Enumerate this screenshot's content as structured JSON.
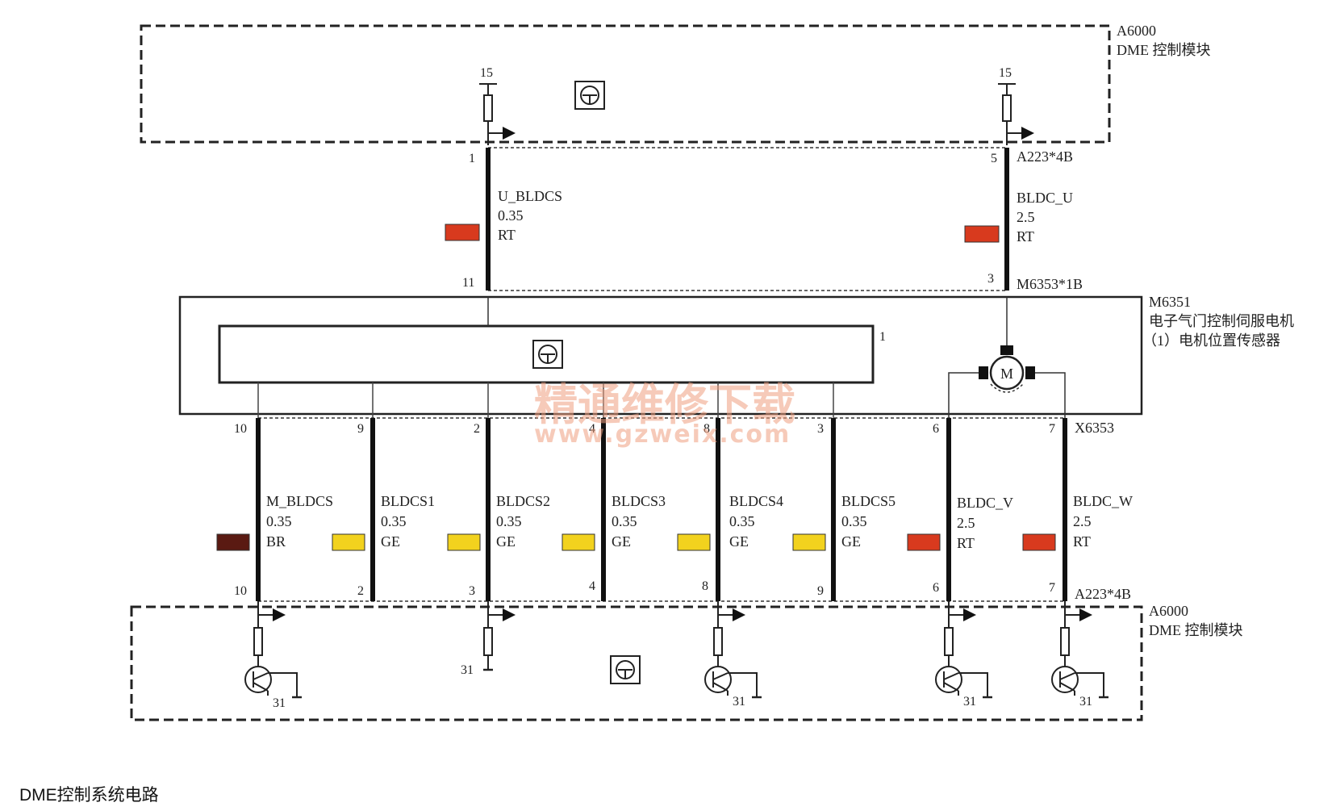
{
  "top_module": {
    "id": "A6000",
    "name": "DME 控制模块"
  },
  "bottom_module": {
    "id": "A6000",
    "name": "DME 控制模块"
  },
  "supply_label_left": "15",
  "supply_label_right": "15",
  "top_connector": "A223*4B",
  "motor_connector": "M6353*1B",
  "motor": {
    "id": "M6351",
    "name": "电子气门控制伺服电机",
    "sensor": "（1）电机位置传感器",
    "sensor_pin": "1",
    "motor_symbol": "M"
  },
  "sensor_connector": "X6353",
  "bottom_connector": "A223*4B",
  "ground_label": "31",
  "upper_wires": [
    {
      "name": "U_BLDCS",
      "size": "0.35",
      "color_code": "RT",
      "swatch": "#d83a1e",
      "pin_top": "1",
      "pin_bottom": "11"
    },
    {
      "name": "BLDC_U",
      "size": "2.5",
      "color_code": "RT",
      "swatch": "#d83a1e",
      "pin_top": "5",
      "pin_bottom": "3"
    }
  ],
  "lower_wires": [
    {
      "name": "M_BLDCS",
      "size": "0.35",
      "color_code": "BR",
      "swatch": "#5a1a12",
      "pin_top": "10",
      "pin_bottom": "10"
    },
    {
      "name": "BLDCS1",
      "size": "0.35",
      "color_code": "GE",
      "swatch": "#f2d21e",
      "pin_top": "9",
      "pin_bottom": "2"
    },
    {
      "name": "BLDCS2",
      "size": "0.35",
      "color_code": "GE",
      "swatch": "#f2d21e",
      "pin_top": "2",
      "pin_bottom": "3"
    },
    {
      "name": "BLDCS3",
      "size": "0.35",
      "color_code": "GE",
      "swatch": "#f2d21e",
      "pin_top": "4",
      "pin_bottom": "4"
    },
    {
      "name": "BLDCS4",
      "size": "0.35",
      "color_code": "GE",
      "swatch": "#f2d21e",
      "pin_top": "8",
      "pin_bottom": "8"
    },
    {
      "name": "BLDCS5",
      "size": "0.35",
      "color_code": "GE",
      "swatch": "#f2d21e",
      "pin_top": "3",
      "pin_bottom": "9"
    },
    {
      "name": "BLDC_V",
      "size": "2.5",
      "color_code": "RT",
      "swatch": "#d83a1e",
      "pin_top": "6",
      "pin_bottom": "6"
    },
    {
      "name": "BLDC_W",
      "size": "2.5",
      "color_code": "RT",
      "swatch": "#d83a1e",
      "pin_top": "7",
      "pin_bottom": "7"
    }
  ],
  "watermark": {
    "line1": "精通维修下载",
    "line2": "www.gzweix.com"
  },
  "caption": "DME控制系统电路"
}
